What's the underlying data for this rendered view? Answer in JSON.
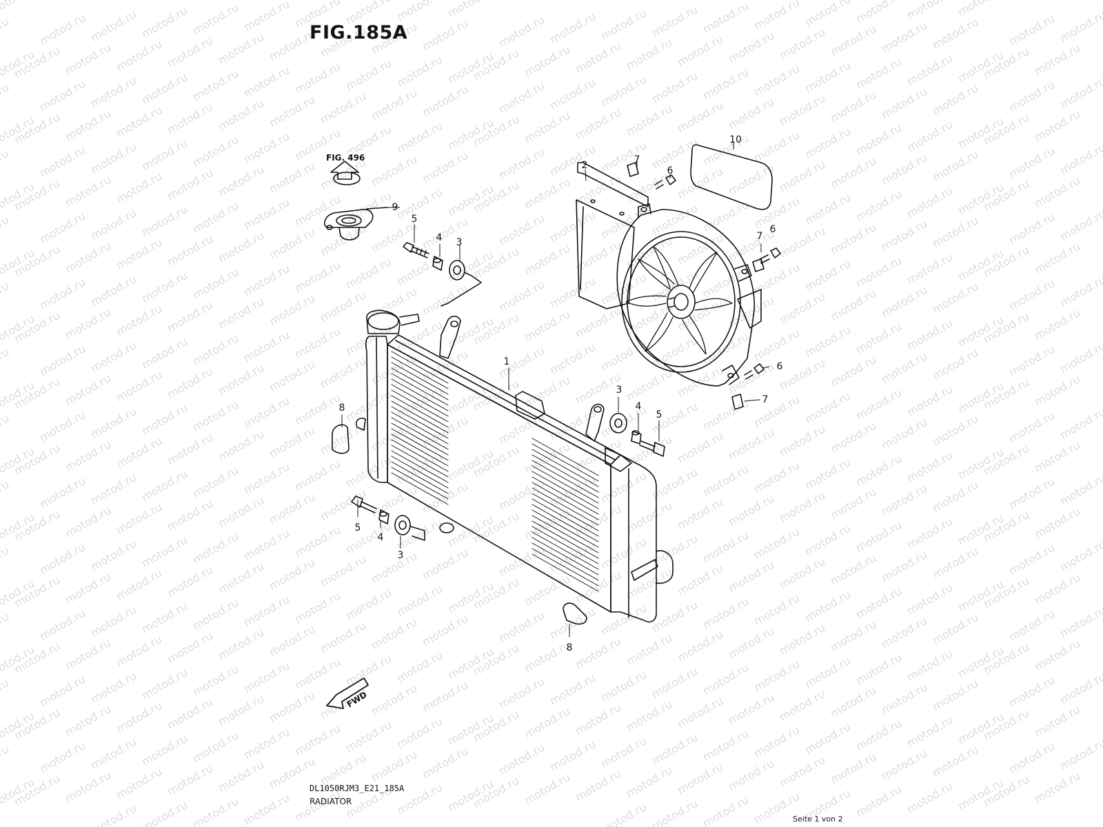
{
  "header": {
    "title": "FIG.185A"
  },
  "reference": {
    "label": "FIG. 496"
  },
  "watermark": {
    "text": "motod.ru"
  },
  "callouts": {
    "c1": "1",
    "c2": "2",
    "c3a": "3",
    "c3b": "3",
    "c3c": "3",
    "c4a": "4",
    "c4b": "4",
    "c4c": "4",
    "c5a": "5",
    "c5b": "5",
    "c5c": "5",
    "c6a": "6",
    "c6b": "6",
    "c6c": "6",
    "c7a": "7",
    "c7b": "7",
    "c7c": "7",
    "c8a": "8",
    "c8b": "8",
    "c9": "9",
    "c10": "10"
  },
  "direction": {
    "label": "FWD"
  },
  "footer": {
    "code": "DL1050RJM3_E21_185A",
    "name": "RADIATOR",
    "page": "Seite 1 von 2"
  }
}
